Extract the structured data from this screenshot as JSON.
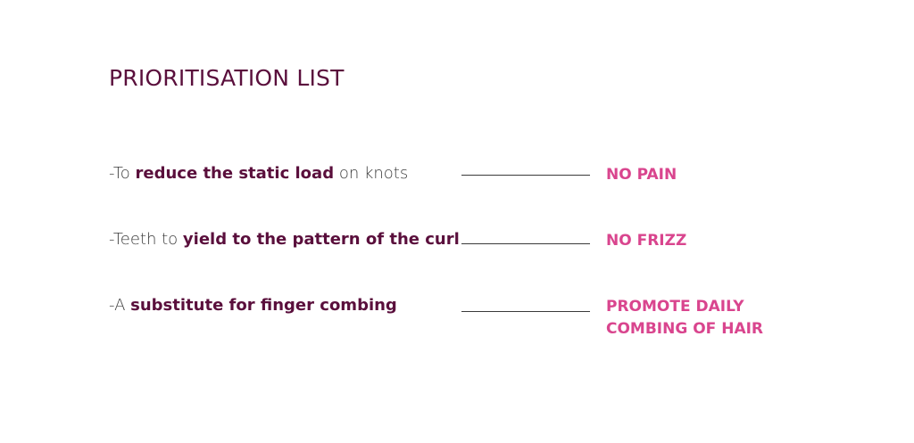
{
  "title": "PRIORITISATION LIST",
  "rows": [
    {
      "prefix": "-To ",
      "bold": "reduce the static load",
      "suffix": " on knots",
      "outcome": [
        "NO PAIN"
      ]
    },
    {
      "prefix": "-Teeth to ",
      "bold": "yield to the pattern of the curl",
      "suffix": "",
      "outcome": [
        "NO FRIZZ"
      ]
    },
    {
      "prefix": "-A ",
      "bold": "substitute for finger combing",
      "suffix": "",
      "outcome": [
        "PROMOTE DAILY",
        "COMBING OF HAIR"
      ]
    }
  ],
  "colors": {
    "title": "#5a0f3c",
    "emphasis": "#5a0f3c",
    "outcome": "#d9458e",
    "body_text": "#3a3a3a",
    "connector": "#3a3a3a"
  }
}
